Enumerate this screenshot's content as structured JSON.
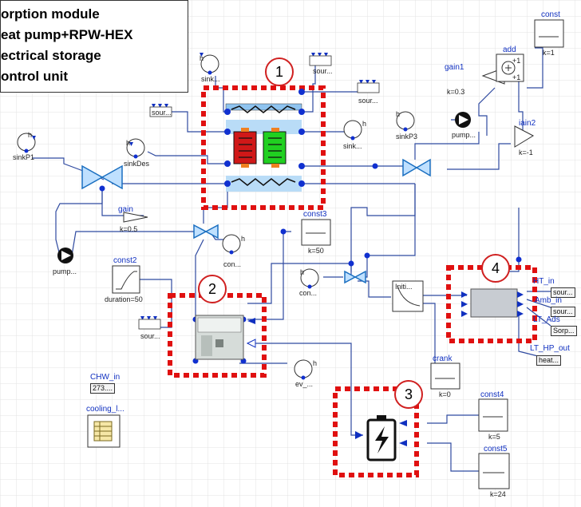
{
  "legend": {
    "lines": [
      "orption module",
      "eat pump+RPW-HEX",
      "ectrical storage",
      "ontrol unit"
    ]
  },
  "markers": [
    "1",
    "2",
    "3",
    "4"
  ],
  "blocks": {
    "const": {
      "name": "const",
      "param": "k=1"
    },
    "add": {
      "name": "add",
      "plus1": "+1",
      "plus2": "+1"
    },
    "gain1": {
      "name": "gain1",
      "param": "k=0.3"
    },
    "gain2": {
      "name": "iain2",
      "param": "k=-1"
    },
    "gain": {
      "name": "gain",
      "param": "k=0.5"
    },
    "const2": {
      "name": "const2",
      "param": "duration=50"
    },
    "const3": {
      "name": "const3",
      "param": "k=50"
    },
    "const4": {
      "name": "const4",
      "param": "k=5"
    },
    "const5": {
      "name": "const5",
      "param": "k=24"
    },
    "crank": {
      "name": "crank",
      "param": "k=0"
    },
    "init": {
      "name": "Initi..."
    },
    "sinkH": {
      "name": "sink..."
    },
    "sinkDes": {
      "name": "sinkDes"
    },
    "sinkP1": {
      "name": "sinkP1"
    },
    "sinkP3": {
      "name": "sinkP3"
    },
    "sinkAds": {
      "name": "sink..."
    },
    "sour_top": {
      "name": "sour..."
    },
    "sour_top2": {
      "name": "sour..."
    },
    "sour_left": {
      "name": "sour..."
    },
    "sour_const2": {
      "name": "sour..."
    },
    "pump_left": {
      "name": "pump..."
    },
    "pump_right": {
      "name": "pump..."
    },
    "con1": {
      "name": "con..."
    },
    "con2": {
      "name": "con..."
    },
    "ev": {
      "name": "ev_..."
    },
    "ht_in": {
      "name": "HT_in",
      "value": "sour..."
    },
    "amb_in": {
      "name": "Amb_in",
      "value": "sour..."
    },
    "lt_ads": {
      "name": "LT_Ads",
      "value": "Sorp..."
    },
    "lt_hp_out": {
      "name": "LT_HP_out",
      "value": "heat..."
    },
    "chw_in": {
      "name": "CHW_in",
      "value": "273...."
    },
    "cooling": {
      "name": "cooling_l..."
    },
    "h_marker": "h"
  }
}
